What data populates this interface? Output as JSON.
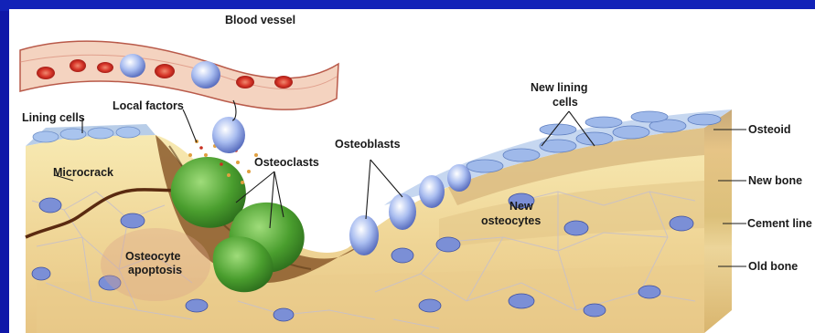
{
  "labels": {
    "blood_vessel": "Blood vessel",
    "local_factors": "Local factors",
    "lining_cells": "Lining cells",
    "new_lining_cells_1": "New lining",
    "new_lining_cells_2": "cells",
    "microcrack": "Microcrack",
    "osteoclasts": "Osteoclasts",
    "osteoblasts": "Osteoblasts",
    "osteocyte_apoptosis_1": "Osteocyte",
    "osteocyte_apoptosis_2": "apoptosis",
    "new_osteocytes_1": "New",
    "new_osteocytes_2": "osteocytes",
    "osteoid": "Osteoid",
    "new_bone": "New bone",
    "cement_line": "Cement line",
    "old_bone": "Old bone"
  },
  "colors": {
    "background_frame": "#0f17a8",
    "panel": "#ffffff",
    "bone_top": "#f6e7a6",
    "bone_deep": "#e9c985",
    "osteoid": "#c9a978",
    "vessel": "#f3cdb8",
    "red_cell": "#d83a2a",
    "osteoclast": "#3f9a2a",
    "lining_cell": "#a9c4ee",
    "osteocyte": "#7b8fd6"
  }
}
